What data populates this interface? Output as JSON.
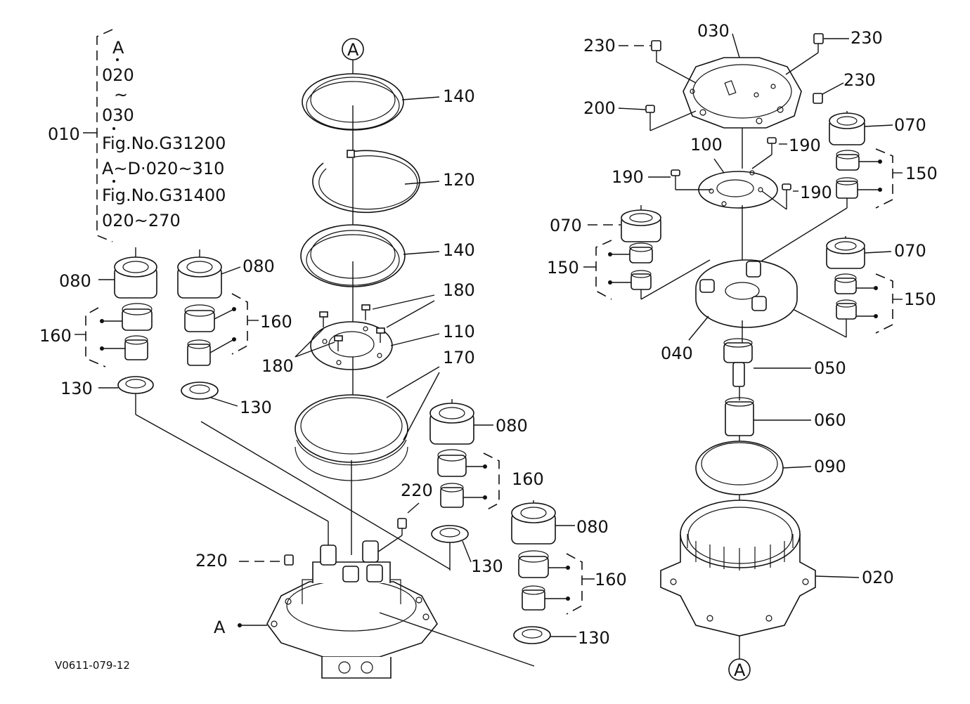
{
  "note_010": {
    "label": "010",
    "lines": [
      "A",
      "020",
      "~",
      "030",
      "Fig.No.G31200",
      "A~D·020~310",
      "Fig.No.G31400",
      "020~270"
    ]
  },
  "labels": {
    "p140a": "140",
    "p120": "120",
    "p140b": "140",
    "p180a": "180",
    "p110": "110",
    "p180b": "180",
    "p170": "170",
    "p080a": "080",
    "p080b": "080",
    "p160a": "160",
    "p160b": "160",
    "p130a": "130",
    "p130b": "130",
    "p080c": "080",
    "p220a": "220",
    "p160c": "160",
    "p080d": "080",
    "p220b": "220",
    "p130c": "130",
    "p160d": "160",
    "p130d": "130",
    "pA_left": "A",
    "p230a": "230",
    "p030": "030",
    "p230b": "230",
    "p230c": "230",
    "p200": "200",
    "p070a": "070",
    "p190a": "190",
    "p100": "100",
    "p190b": "190",
    "p190c": "190",
    "p150a": "150",
    "p070b": "070",
    "p150b": "150",
    "p070c": "070",
    "p150c": "150",
    "p040": "040",
    "p050": "050",
    "p060": "060",
    "p090": "090",
    "p020": "020"
  },
  "callouts": {
    "top": "A",
    "bottom": "A"
  },
  "footer": {
    "code": "V0611-079-12"
  }
}
